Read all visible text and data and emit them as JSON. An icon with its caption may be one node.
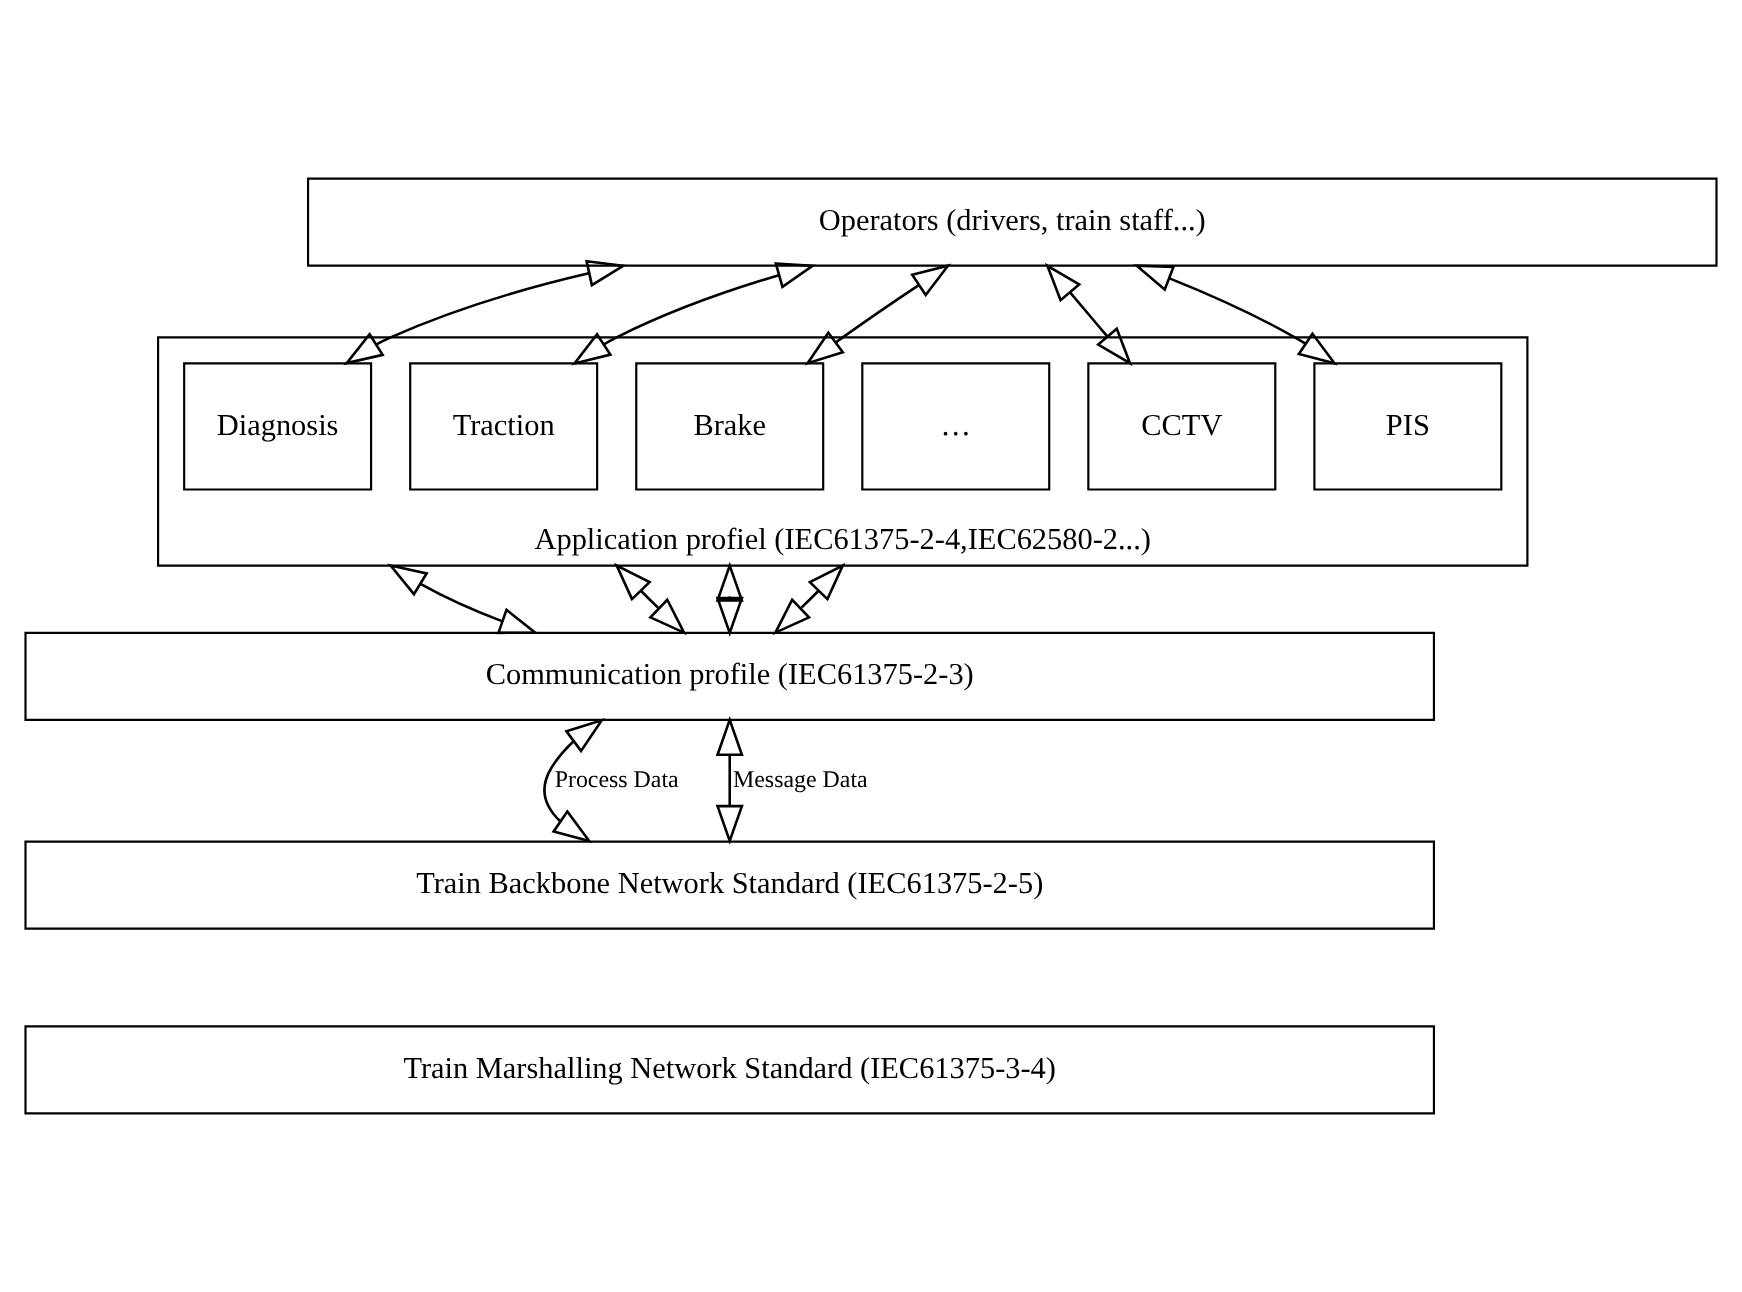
{
  "diagram": {
    "nodes": [
      {
        "text": [
          "Operators (drivers, train staff...)"
        ]
      },
      {
        "text": [
          "Application profiel (IEC61375-2-4,IEC62580-2...)"
        ]
      },
      {
        "text": [
          "Diagnosis"
        ],
        "in": 1
      },
      {
        "text": [
          "Traction"
        ],
        "in": 1
      },
      {
        "text": [
          "Brake"
        ],
        "in": 1
      },
      {
        "text": [
          "…"
        ],
        "in": 1
      },
      {
        "text": [
          "CCTV"
        ],
        "in": 1
      },
      {
        "text": [
          "PIS"
        ],
        "in": 1
      },
      {
        "text": [
          "Communication profile (IEC61375-2-3)"
        ]
      },
      {
        "text": [
          "Train Backbone Network Standard (IEC61375-2-5)"
        ]
      },
      {
        "text": [
          "Train Marshalling Network Standard (IEC61375-3-4)"
        ]
      }
    ],
    "edges": [
      {
        "from": 0,
        "to": 2,
        "arrow": "both"
      },
      {
        "from": 0,
        "to": 3,
        "arrow": "both"
      },
      {
        "from": 0,
        "to": 4,
        "arrow": "both"
      },
      {
        "from": 0,
        "to": 6,
        "arrow": "both"
      },
      {
        "from": 0,
        "to": 7,
        "arrow": "both"
      },
      {
        "from": 1,
        "to": 8,
        "arrow": "both"
      },
      {
        "from": 1,
        "to": 8,
        "arrow": "both"
      },
      {
        "from": 1,
        "to": 8,
        "arrow": "both"
      },
      {
        "from": 1,
        "to": 8,
        "arrow": "both"
      },
      {
        "from": 8,
        "to": 9,
        "arrow": "both",
        "label": "Process Data"
      },
      {
        "from": 8,
        "to": 9,
        "arrow": "both",
        "label": "Message Data"
      }
    ]
  }
}
